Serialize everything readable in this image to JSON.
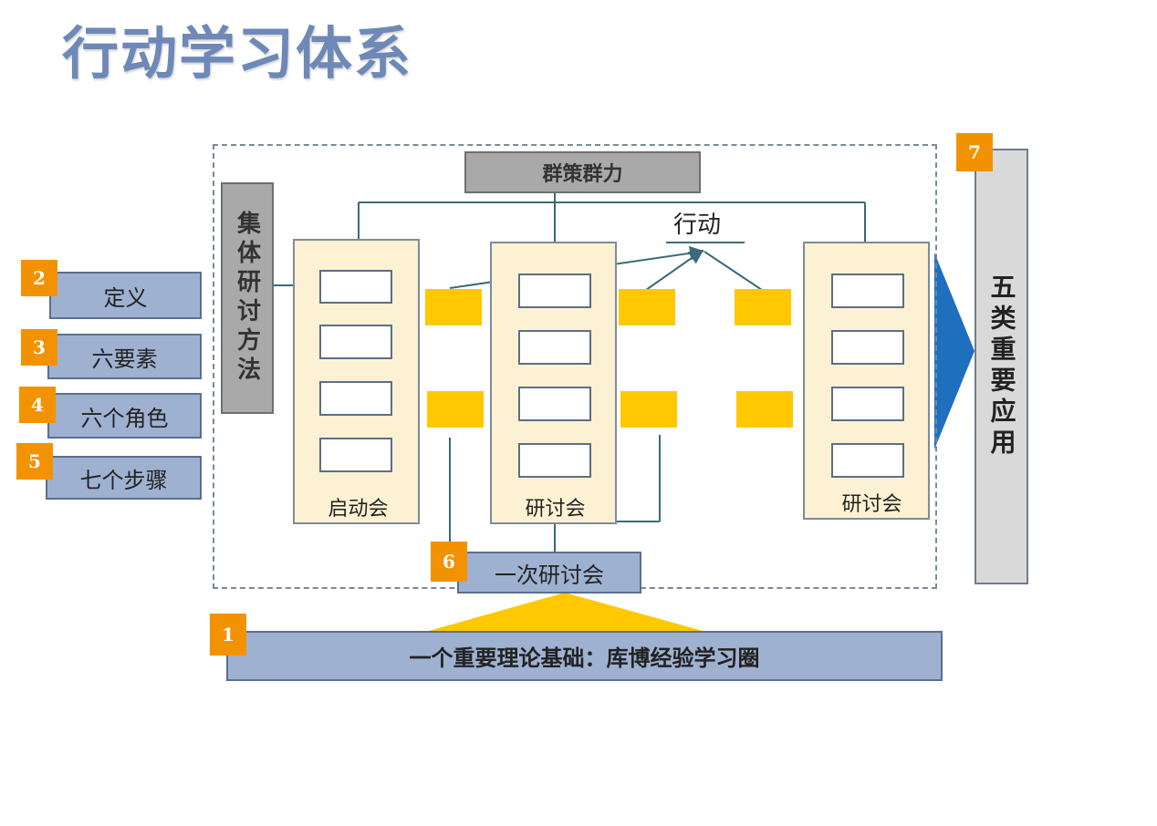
{
  "title": "行动学习体系",
  "top_bar": "群策群力",
  "method_bar": "集体研讨方法",
  "action_label": "行动",
  "left_items": [
    {
      "num": "2",
      "label": "定义"
    },
    {
      "num": "3",
      "label": "六要素"
    },
    {
      "num": "4",
      "label": "六个角色"
    },
    {
      "num": "5",
      "label": "七个步骤"
    }
  ],
  "columns": [
    {
      "label": "启动会"
    },
    {
      "label": "研讨会"
    },
    {
      "label": "研讨会"
    }
  ],
  "session": {
    "num": "6",
    "label": "一次研讨会"
  },
  "foundation": {
    "num": "1",
    "label": "一个重要理论基础：库博经验学习圈"
  },
  "applications": {
    "num": "7",
    "label": "五类重要应用"
  },
  "colors": {
    "accent_blue": "#1f6fbf",
    "yellow": "#ffc800",
    "badge_orange": "#f39200"
  }
}
